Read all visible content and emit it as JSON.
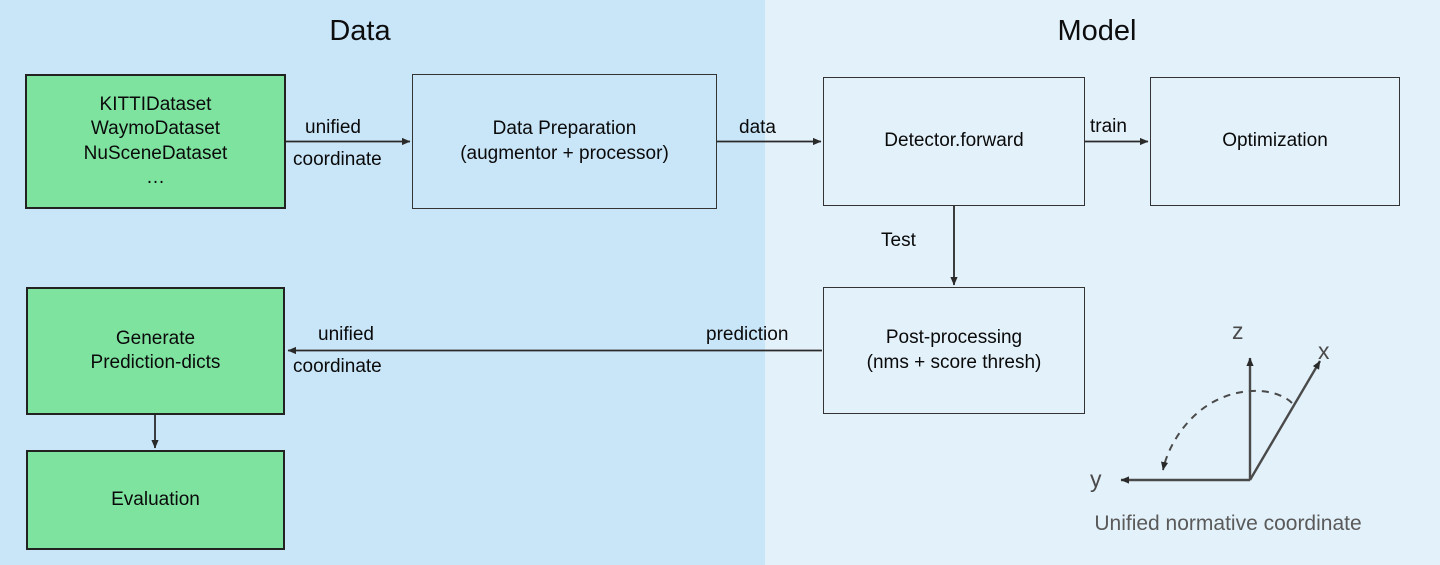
{
  "panels": {
    "data": {
      "title": "Data",
      "bg": "#c9e5f8"
    },
    "model": {
      "title": "Model",
      "bg": "#e3f1fa"
    }
  },
  "colors": {
    "green_node": "#7fe3a0",
    "node_stroke": "#222222",
    "plain_stroke": "#333333",
    "text": "#0a0a0a",
    "coord_text": "#4a4a4a",
    "caption_text": "#5a5a5a"
  },
  "nodes": {
    "datasets": "KITTIDataset\nWaymoDataset\nNuSceneDataset\n…",
    "data_preparation": "Data Preparation\n(augmentor + processor)",
    "detector_forward": "Detector.forward",
    "optimization": "Optimization",
    "post_processing": "Post-processing\n(nms + score thresh)",
    "generate_prediction_dicts": "Generate\nPrediction-dicts",
    "evaluation": "Evaluation"
  },
  "edges": {
    "unified_1": "unified",
    "coordinate_1": "coordinate",
    "data": "data",
    "train": "train",
    "test": "Test",
    "prediction": "prediction",
    "unified_2": "unified",
    "coordinate_2": "coordinate"
  },
  "coordinate_frame": {
    "axis_z": "z",
    "axis_x": "x",
    "axis_y": "y",
    "caption": "Unified normative coordinate"
  }
}
